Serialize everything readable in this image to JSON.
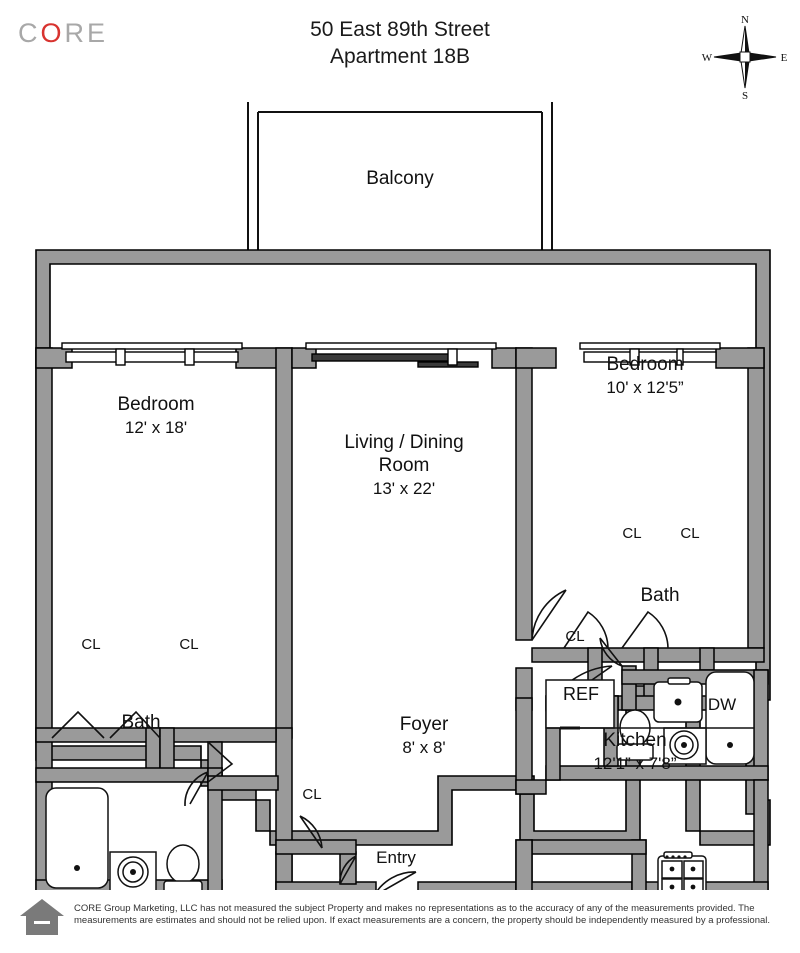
{
  "header": {
    "logo_text": "CORE",
    "logo_accent_letter": "O",
    "logo_accent_color": "#d8332f",
    "address_line1": "50 East 89th Street",
    "address_line2": "Apartment 18B",
    "compass": {
      "north": "N",
      "east": "E",
      "south": "S",
      "west": "W"
    }
  },
  "plan": {
    "wall_fill": "#9a9a9a",
    "wall_stroke": "#000000",
    "fixture_stroke": "#000000",
    "rooms": [
      {
        "key": "balcony",
        "name": "Balcony",
        "dimensions": ""
      },
      {
        "key": "bedroom_left",
        "name": "Bedroom",
        "dimensions": "12' x 18'"
      },
      {
        "key": "living",
        "name": "Living / Dining",
        "name2": "Room",
        "dimensions": "13' x 22'"
      },
      {
        "key": "bedroom_right",
        "name": "Bedroom",
        "dimensions": "10' x 12'5”"
      },
      {
        "key": "foyer",
        "name": "Foyer",
        "dimensions": "8' x 8'"
      },
      {
        "key": "kitchen",
        "name": "Kitchen",
        "dimensions": "12'1” x 7'8”"
      },
      {
        "key": "bath_left",
        "name": "Bath",
        "dimensions": ""
      },
      {
        "key": "bath_right",
        "name": "Bath",
        "dimensions": ""
      }
    ],
    "closets": [
      {
        "key": "cl_bedroom_left",
        "label": "CL"
      },
      {
        "key": "cl_hall_left",
        "label": "CL"
      },
      {
        "key": "cl_foyer",
        "label": "CL"
      },
      {
        "key": "cl_hall_right",
        "label": "CL"
      },
      {
        "key": "cl_bath_hall",
        "label": "CL"
      },
      {
        "key": "cl_bedroom_right",
        "label": "CL"
      }
    ],
    "appliances": [
      {
        "key": "refrigerator",
        "label": "REF"
      },
      {
        "key": "dishwasher",
        "label": "DW"
      }
    ],
    "entry_label": "Entry"
  },
  "footer": {
    "disclaimer": "CORE Group Marketing, LLC has not measured the subject Property and makes no representations as to the accuracy of any of the measurements provided. The measurements are estimates and should not be relied upon. If exact measurements are a concern, the property should be independently measured by a professional."
  }
}
